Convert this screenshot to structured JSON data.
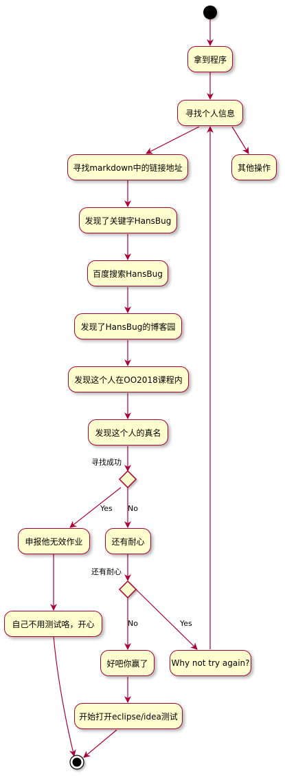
{
  "nodes": {
    "get_program": "拿到程序",
    "find_info": "寻找个人信息",
    "other_ops": "其他操作",
    "find_links": "寻找markdown中的链接地址",
    "found_keyword": "发现了关键字HansBug",
    "baidu_search": "百度搜索HansBug",
    "found_blog": "发现了HansBug的博客园",
    "found_course": "发现这个人在OO2018课程内",
    "found_name": "发现这个人的真名",
    "report_invalid": "申报他无效作业",
    "still_patient": "还有耐心",
    "no_test": "自己不用测试咯，开心",
    "give_up": "好吧你赢了",
    "try_again": "Why not try again?",
    "open_eclipse": "开始打开eclipse/idea测试"
  },
  "decisions": {
    "found_success": "寻找成功",
    "still_patient": "还有耐心"
  },
  "edge_labels": {
    "yes1": "Yes",
    "no1": "No",
    "no2": "No",
    "yes2": "Yes"
  },
  "colors": {
    "node_fill": "#fefece",
    "node_border": "#a80036",
    "arrow": "#a80036"
  }
}
